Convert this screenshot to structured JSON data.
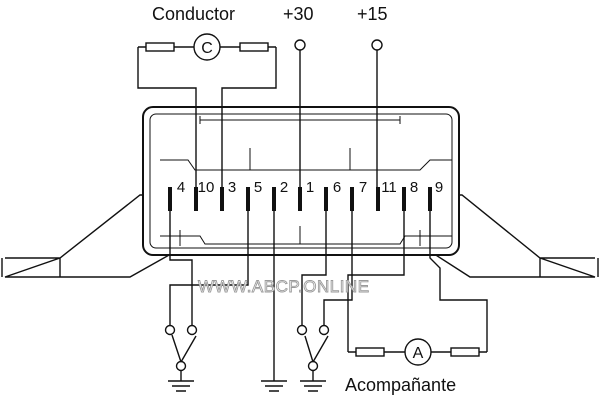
{
  "labels": {
    "conductor": "Conductor",
    "acompanante": "Acompañante",
    "plus30": "+30",
    "plus15": "+15",
    "watermark": "WWW.ABCP.ONLINE"
  },
  "pins": [
    "4",
    "10",
    "3",
    "5",
    "2",
    "1",
    "6",
    "7",
    "11",
    "8",
    "9"
  ],
  "motor_symbols": {
    "driver": "C",
    "passenger": "A"
  },
  "icons": {
    "motor": "motor-circle-icon",
    "switch": "switch-icon",
    "ground": "ground-icon",
    "terminal": "terminal-circle-icon"
  }
}
